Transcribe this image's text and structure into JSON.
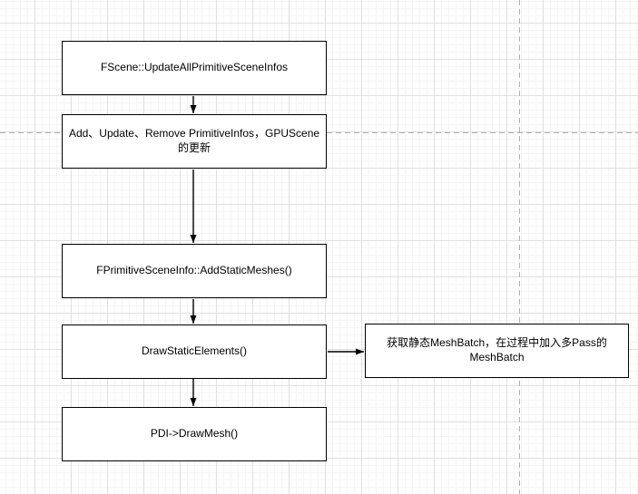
{
  "diagram": {
    "tool": "drawio-style flowchart canvas",
    "nodes": [
      {
        "id": "fscene-update-all-primitive-scene-infos",
        "label": "FScene::UpdateAllPrimitiveSceneInfos"
      },
      {
        "id": "add-update-remove-primitiveinfos-gpuscene",
        "label": "Add、Update、Remove PrimitiveInfos，GPUScene\n的更新"
      },
      {
        "id": "fprimitivesceneinfo-add-static-meshes",
        "label": "FPrimitiveSceneInfo::AddStaticMeshes()"
      },
      {
        "id": "draw-static-elements",
        "label": "DrawStaticElements()"
      },
      {
        "id": "pdi-draw-mesh",
        "label": "PDI->DrawMesh()"
      },
      {
        "id": "get-static-meshbatch",
        "label": "获取静态MeshBatch，在过程中加入多Pass的\nMeshBatch"
      }
    ],
    "edges": [
      {
        "from": "fscene-update-all-primitive-scene-infos",
        "to": "add-update-remove-primitiveinfos-gpuscene",
        "direction": "down"
      },
      {
        "from": "add-update-remove-primitiveinfos-gpuscene",
        "to": "fprimitivesceneinfo-add-static-meshes",
        "direction": "down"
      },
      {
        "from": "fprimitivesceneinfo-add-static-meshes",
        "to": "draw-static-elements",
        "direction": "down"
      },
      {
        "from": "draw-static-elements",
        "to": "pdi-draw-mesh",
        "direction": "down"
      },
      {
        "from": "draw-static-elements",
        "to": "get-static-meshbatch",
        "direction": "right"
      }
    ],
    "colors": {
      "node_fill": "#ffffff",
      "node_stroke": "#000000",
      "text": "#000000",
      "arrow": "#000000",
      "grid_minor": "#f5f5f5",
      "grid_major": "#e0e0e0",
      "page_boundary": "#b0b0b0",
      "background": "#ffffff"
    }
  }
}
